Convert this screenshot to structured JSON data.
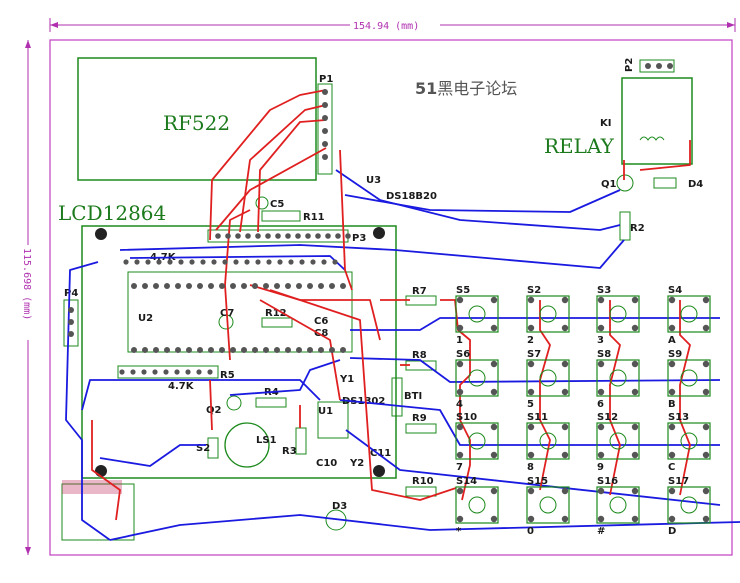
{
  "dimensions": {
    "width_label": "154.94 (mm)",
    "height_label": "115.698 (mm)"
  },
  "brand": {
    "prefix": "51",
    "text": "黑电子论坛"
  },
  "modules": {
    "rf": "RF522",
    "lcd": "LCD12864",
    "relay": "RELAY"
  },
  "components": {
    "p1": "P1",
    "p2": "P2",
    "p3": "P3",
    "p4": "P4",
    "ki": "KI",
    "q1": "Q1",
    "d4": "D4",
    "r2": "R2",
    "u3": "U3",
    "ds18b20": "DS18B20",
    "c5": "C5",
    "r11": "R11",
    "u2": "U2",
    "res_net_top": "4.7K",
    "res_net_bottom": "4.7K",
    "r5": "R5",
    "c7": "C7",
    "r12": "R12",
    "c6": "C6",
    "c8": "C8",
    "y1": "Y1",
    "r7": "R7",
    "r8": "R8",
    "r9": "R9",
    "r10": "R10",
    "q2": "Q2",
    "r4": "R4",
    "s2_left": "S2",
    "ls1": "LS1",
    "r3": "R3",
    "u1": "U1",
    "ds1302": "DS1302",
    "bt1": "BTI",
    "c10": "C10",
    "y2": "Y2",
    "c11": "C11",
    "d3": "D3"
  },
  "keypad": [
    {
      "ref": "S5",
      "key": "1"
    },
    {
      "ref": "S2",
      "key": "2"
    },
    {
      "ref": "S3",
      "key": "3"
    },
    {
      "ref": "S4",
      "key": "A"
    },
    {
      "ref": "S6",
      "key": "4"
    },
    {
      "ref": "S7",
      "key": "5"
    },
    {
      "ref": "S8",
      "key": "6"
    },
    {
      "ref": "S9",
      "key": "B"
    },
    {
      "ref": "S10",
      "key": "7"
    },
    {
      "ref": "S11",
      "key": "8"
    },
    {
      "ref": "S12",
      "key": "9"
    },
    {
      "ref": "S13",
      "key": "C"
    },
    {
      "ref": "S14",
      "key": "*"
    },
    {
      "ref": "S15",
      "key": "0"
    },
    {
      "ref": "S16",
      "key": "#"
    },
    {
      "ref": "S17",
      "key": "D"
    }
  ],
  "colors": {
    "board_outline": "#c040c0",
    "silkscreen": "#1c8a1c",
    "top_copper": "#e02020",
    "bottom_copper": "#1a1ae0",
    "pad": "#555555"
  }
}
